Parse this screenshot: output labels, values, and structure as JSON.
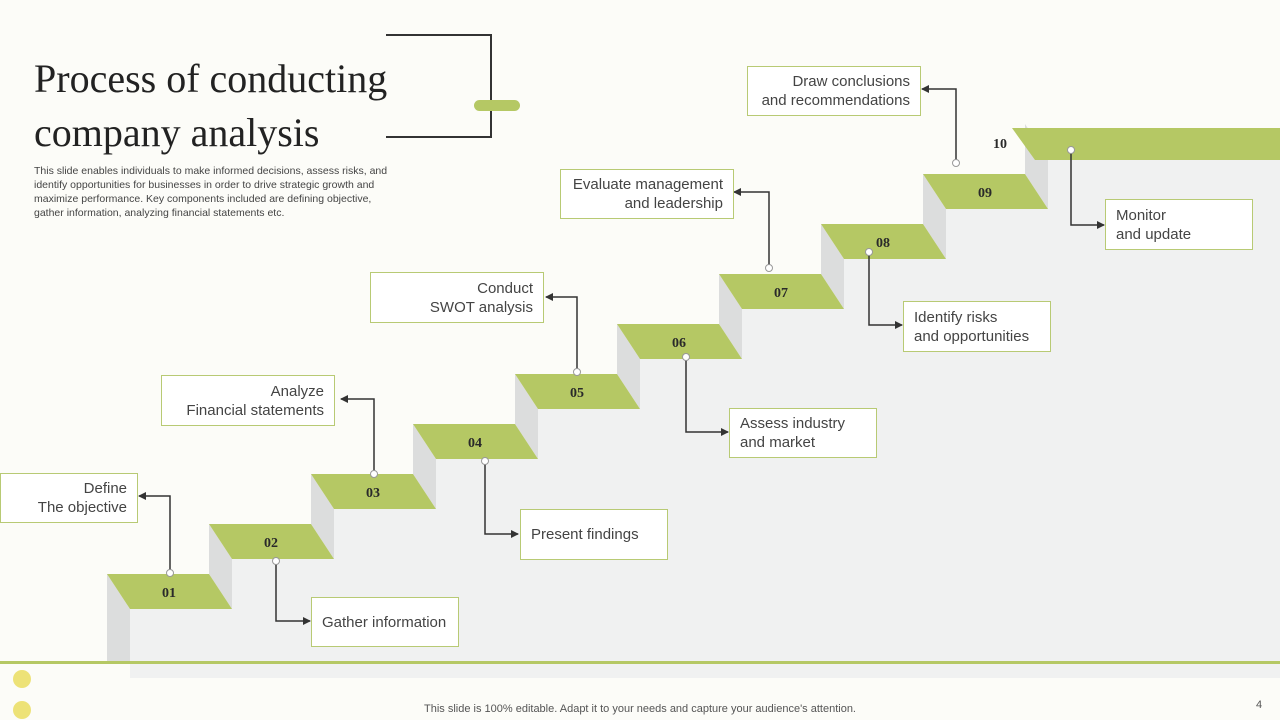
{
  "title_lines": [
    "Process of conducting",
    "company analysis"
  ],
  "description": "This slide enables individuals to make informed decisions, assess risks, and identify opportunities for businesses in order to drive strategic growth and maximize performance. Key components included are defining objective, gather information, analyzing financial statements etc.",
  "steps": [
    {
      "number": "01",
      "label": "Define\nThe objective"
    },
    {
      "number": "02",
      "label": "Gather information"
    },
    {
      "number": "03",
      "label": "Analyze\nFinancial statements"
    },
    {
      "number": "04",
      "label": "Present findings"
    },
    {
      "number": "05",
      "label": "Conduct\nSWOT analysis"
    },
    {
      "number": "06",
      "label": "Assess industry\nand market"
    },
    {
      "number": "07",
      "label": "Evaluate management\nand leadership"
    },
    {
      "number": "08",
      "label": "Identify risks\nand opportunities"
    },
    {
      "number": "09",
      "label": "Draw conclusions\nand recommendations"
    },
    {
      "number": "10",
      "label": "Monitor\nand update"
    }
  ],
  "footer_text": "This slide is 100% editable. Adapt it to your needs and capture your audience's attention.",
  "page_number": "4",
  "colors": {
    "step_fill": "#b5c864",
    "step_face": "#f0f1f1",
    "step_side": "#dcdddd",
    "label_border": "#b8ca74",
    "dot": "#ede277",
    "connector": "#333333"
  }
}
